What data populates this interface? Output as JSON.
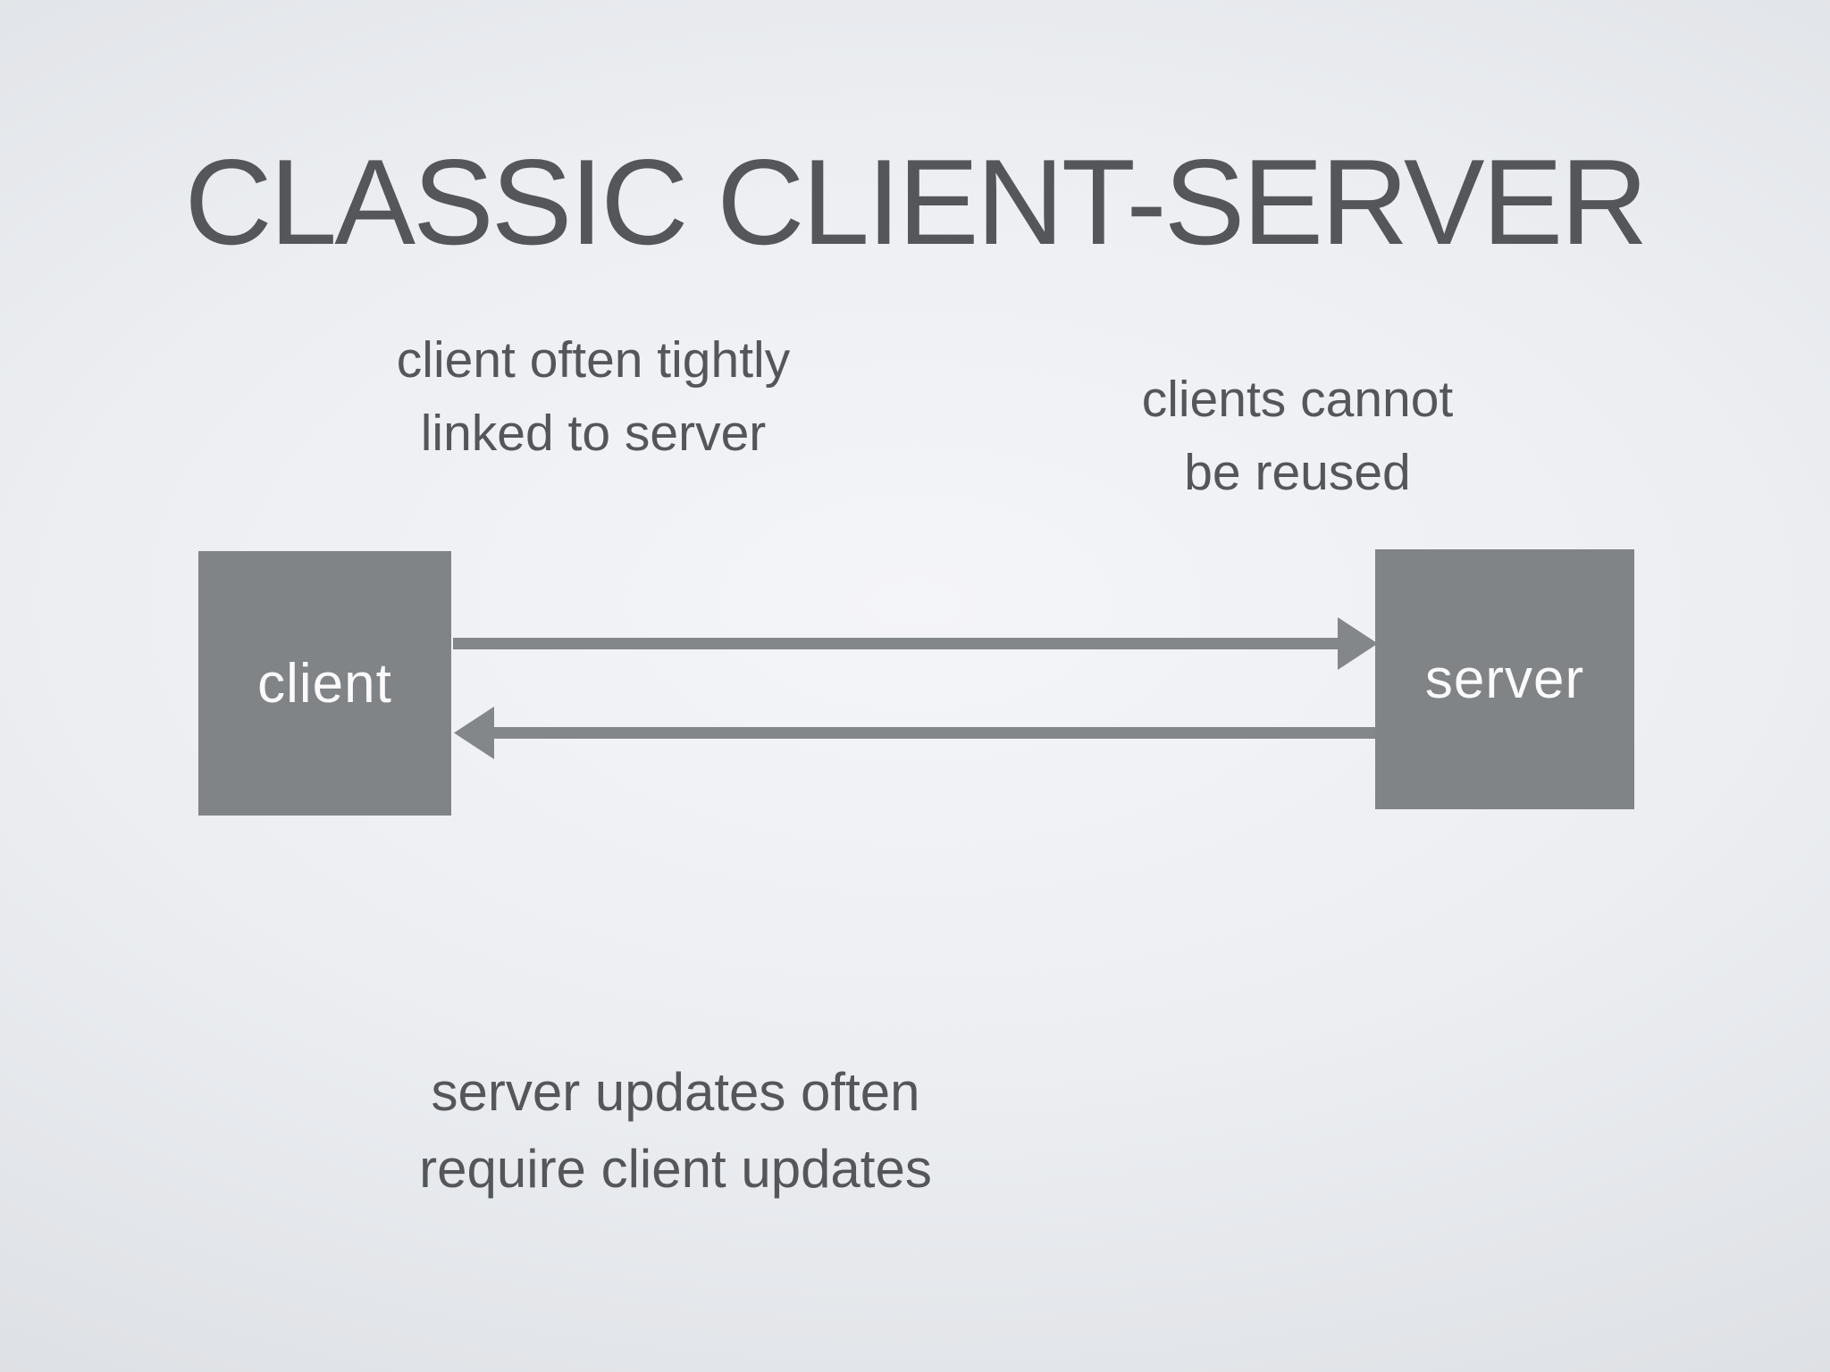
{
  "slide": {
    "title": "CLASSIC CLIENT-SERVER",
    "annotations": {
      "top_left": {
        "line1": "client often tightly",
        "line2": "linked to server"
      },
      "top_right": {
        "line1": "clients cannot",
        "line2": "be reused"
      },
      "bottom": {
        "line1": "server updates often",
        "line2": "require client updates"
      }
    },
    "nodes": {
      "client": {
        "label": "client"
      },
      "server": {
        "label": "server"
      }
    },
    "arrows": [
      {
        "name": "client-to-server",
        "direction": "right"
      },
      {
        "name": "server-to-client",
        "direction": "left"
      }
    ],
    "colors": {
      "background_center": "#f4f5f8",
      "background_edge": "#d5d8dc",
      "box_fill": "#818487",
      "arrow": "#84878a",
      "title_text": "#54565a",
      "annotation_text": "#54565a",
      "box_label_text": "#fbfbfc"
    }
  }
}
